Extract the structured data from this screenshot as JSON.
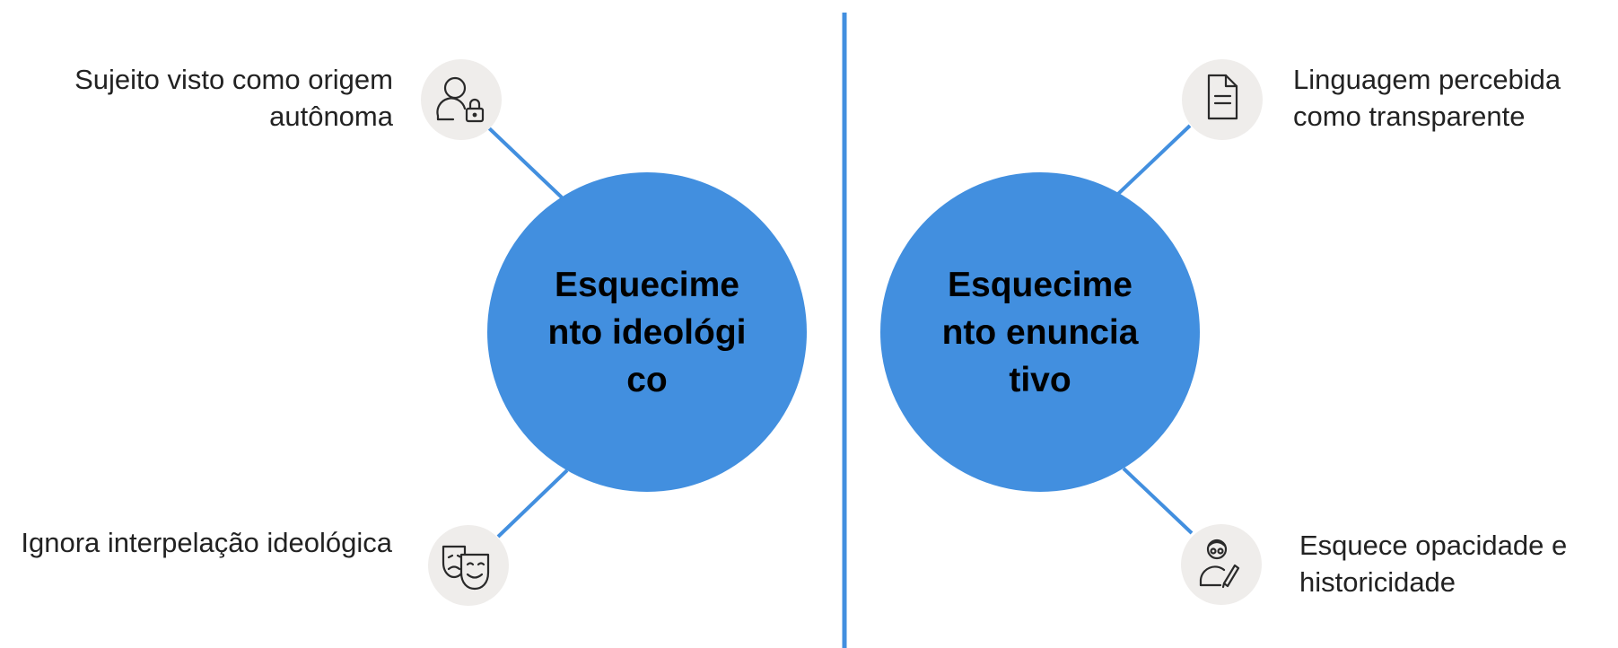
{
  "colors": {
    "accent": "#428fdf",
    "icon_bg": "#efedeb",
    "icon_stroke": "#2a2a2a",
    "text": "#222222"
  },
  "left": {
    "hub_title": "Esquecimento ideológico",
    "items": [
      {
        "text": "Sujeito visto como origem autônoma",
        "icon": "user-lock-icon"
      },
      {
        "text": "Ignora interpelação ideológica",
        "icon": "theater-masks-icon"
      }
    ]
  },
  "right": {
    "hub_title": "Esquecimento enunciativo",
    "items": [
      {
        "text": "Linguagem percebida como transparente",
        "icon": "document-icon"
      },
      {
        "text": "Esquece opacidade e historicidade",
        "icon": "writer-icon"
      }
    ]
  }
}
